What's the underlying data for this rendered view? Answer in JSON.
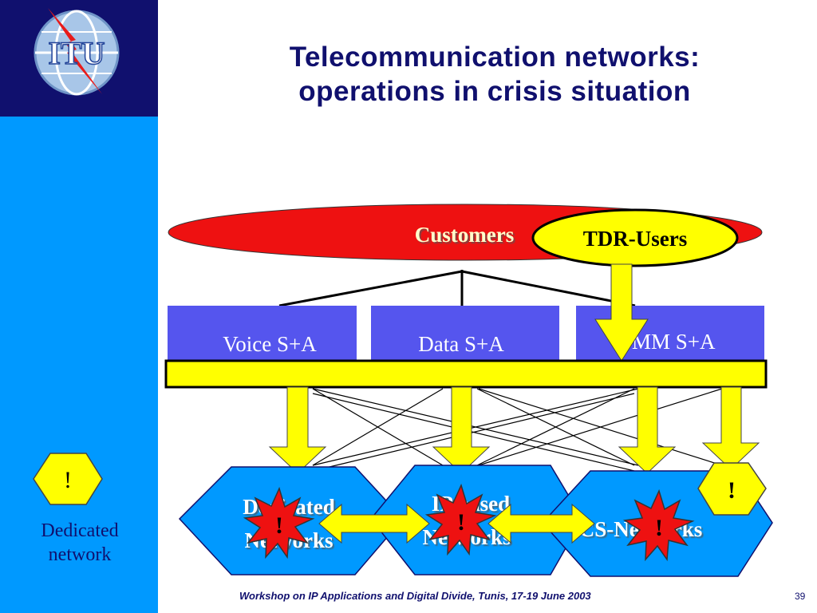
{
  "slide": {
    "title_line1": "Telecommunication networks:",
    "title_line2": "operations in crisis situation",
    "footer": "Workshop on IP Applications and Digital Divide, Tunis, 17-19 June 2003",
    "page_number": "39"
  },
  "logo": {
    "text": "ITU"
  },
  "diagram": {
    "customers_label": "Customers",
    "tdr_label": "TDR-Users",
    "services": [
      "Voice S+A",
      "Data S+A",
      "TMM  S+A"
    ],
    "networks": [
      "Dedicated Networks",
      "IP based Networks",
      "CS-Networks"
    ],
    "alert_symbol": "!"
  },
  "legend": {
    "symbol": "!",
    "line1": "Dedicated",
    "line2": "network"
  },
  "colors": {
    "sidebar": "#0099ff",
    "logo_bg": "#10106e",
    "title": "#10106e",
    "ellipse": "#ee1111",
    "service_box": "#5555ee",
    "bar": "#ffff00",
    "network": "#0099ff",
    "burst": "#ee1111"
  }
}
